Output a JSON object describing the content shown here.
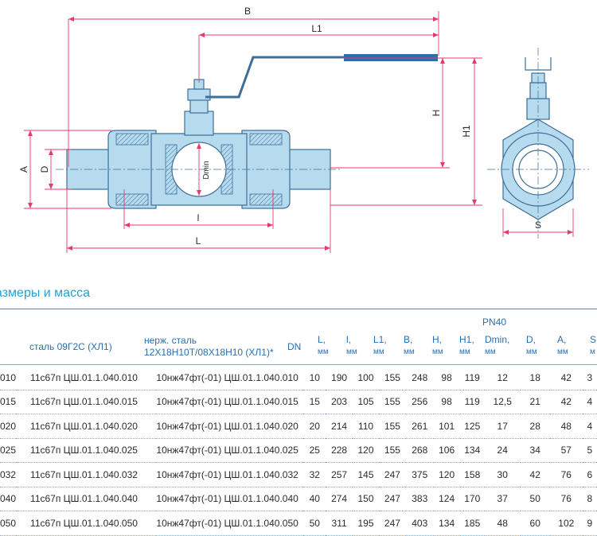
{
  "drawing_labels": {
    "B": "B",
    "L1": "L1",
    "H": "H",
    "H1": "H1",
    "A": "A",
    "D": "D",
    "Dmin": "Dmin",
    "l": "l",
    "L": "L",
    "S": "S"
  },
  "colors": {
    "dimension": "#e53a6e",
    "body_fill": "#b6dbef",
    "body_stroke": "#3d6f9a",
    "handle": "#2d6ea8",
    "title": "#2aa0cf",
    "header_text": "#2a6fb0"
  },
  "section_title": "азмеры и масса",
  "table": {
    "header": {
      "col_steel": "сталь 09Г2С (ХЛ1)",
      "col_stainless_line1": "нерж. сталь",
      "col_stainless_line2": "12Х18Н10Т/08Х18Н10 (ХЛ1)*",
      "dn": "DN",
      "pn_group": "PN40",
      "L": "L,",
      "L_unit": "мм",
      "l": "l,",
      "l_unit": "мм",
      "L1": "L1,",
      "L1_unit": "мм",
      "B": "B,",
      "B_unit": "мм",
      "H": "H,",
      "H_unit": "мм",
      "H1": "H1,",
      "H1_unit": "мм",
      "Dmin": "Dmin,",
      "Dmin_unit": "мм",
      "D": "D,",
      "D_unit": "мм",
      "A": "A,",
      "A_unit": "мм",
      "S": "S",
      "S_unit": "м"
    },
    "rows": [
      {
        "code": "010",
        "steel": "11с67п ЦШ.01.1.040.010",
        "stainless": "10нж47фт(-01) ЦШ.01.1.040.010",
        "dn": "10",
        "L": "190",
        "l": "100",
        "L1": "155",
        "B": "248",
        "H": "98",
        "H1": "119",
        "Dmin": "12",
        "D": "18",
        "A": "42",
        "S": "3"
      },
      {
        "code": "015",
        "steel": "11с67п ЦШ.01.1.040.015",
        "stainless": "10нж47фт(-01) ЦШ.01.1.040.015",
        "dn": "15",
        "L": "203",
        "l": "105",
        "L1": "155",
        "B": "256",
        "H": "98",
        "H1": "119",
        "Dmin": "12,5",
        "D": "21",
        "A": "42",
        "S": "4"
      },
      {
        "code": "020",
        "steel": "11с67п ЦШ.01.1.040.020",
        "stainless": "10нж47фт(-01) ЦШ.01.1.040.020",
        "dn": "20",
        "L": "214",
        "l": "110",
        "L1": "155",
        "B": "261",
        "H": "101",
        "H1": "125",
        "Dmin": "17",
        "D": "28",
        "A": "48",
        "S": "4"
      },
      {
        "code": "025",
        "steel": "11с67п ЦШ.01.1.040.025",
        "stainless": "10нж47фт(-01) ЦШ.01.1.040.025",
        "dn": "25",
        "L": "228",
        "l": "120",
        "L1": "155",
        "B": "268",
        "H": "106",
        "H1": "134",
        "Dmin": "24",
        "D": "34",
        "A": "57",
        "S": "5"
      },
      {
        "code": "032",
        "steel": "11с67п ЦШ.01.1.040.032",
        "stainless": "10нж47фт(-01) ЦШ.01.1.040.032",
        "dn": "32",
        "L": "257",
        "l": "145",
        "L1": "247",
        "B": "375",
        "H": "120",
        "H1": "158",
        "Dmin": "30",
        "D": "42",
        "A": "76",
        "S": "6"
      },
      {
        "code": "040",
        "steel": "11с67п ЦШ.01.1.040.040",
        "stainless": "10нж47фт(-01) ЦШ.01.1.040.040",
        "dn": "40",
        "L": "274",
        "l": "150",
        "L1": "247",
        "B": "383",
        "H": "124",
        "H1": "170",
        "Dmin": "37",
        "D": "50",
        "A": "76",
        "S": "8"
      },
      {
        "code": "050",
        "steel": "11с67п ЦШ.01.1.040.050",
        "stainless": "10нж47фт(-01) ЦШ.01.1.040.050",
        "dn": "50",
        "L": "311",
        "l": "195",
        "L1": "247",
        "B": "403",
        "H": "134",
        "H1": "185",
        "Dmin": "48",
        "D": "60",
        "A": "102",
        "S": "9"
      }
    ]
  }
}
